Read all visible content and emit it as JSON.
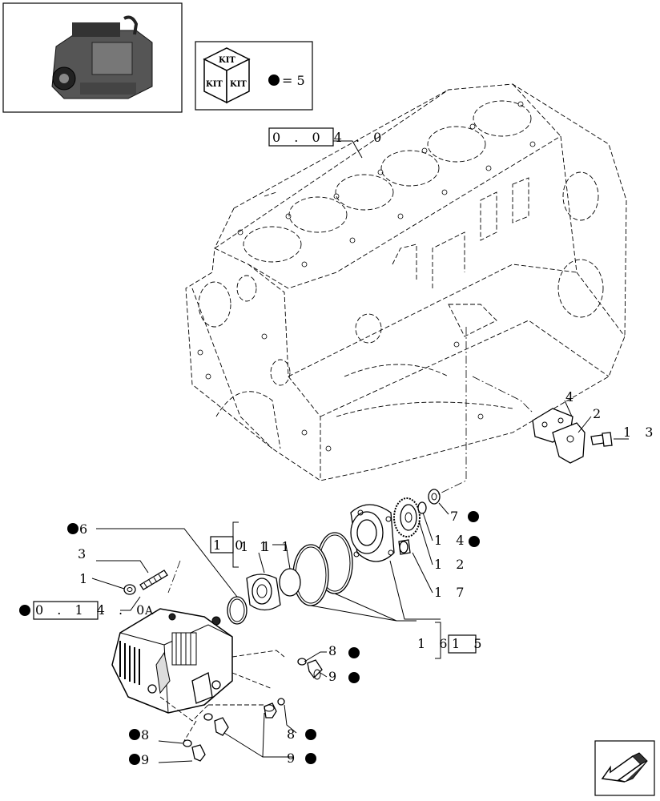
{
  "kit": {
    "face_label": "KIT",
    "legend_value": "= 5"
  },
  "refs": {
    "block": "0 . 0 4 . 0",
    "pump": "0 . 1 4 . 0",
    "pump_suffix": "A",
    "box_10": "1 0",
    "box_15": "1 5"
  },
  "callouts": {
    "c1": "1",
    "c2": "2",
    "c3": "3",
    "c4": "4",
    "c6": "6",
    "c7": "7",
    "c8a": "8",
    "c8b": "8",
    "c8c": "8",
    "c9a": "9",
    "c9b": "9",
    "c9c": "9",
    "c11a": "1 1",
    "c11b": "1 1",
    "c12": "1 2",
    "c13": "1 3",
    "c14": "1 4",
    "c16": "1 6",
    "c17": "1 7"
  }
}
